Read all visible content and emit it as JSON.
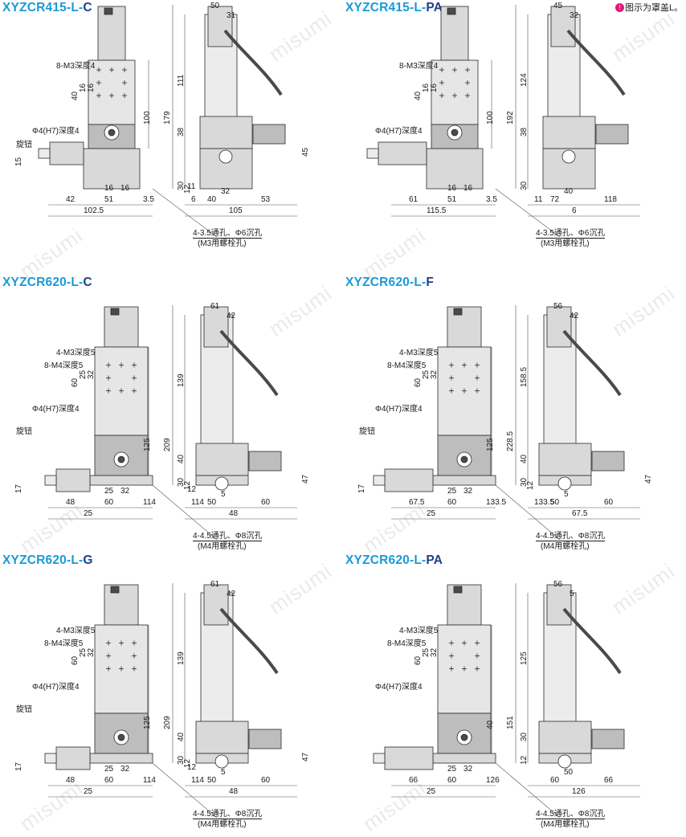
{
  "note": {
    "icon": "!",
    "text": "图示为罩盖L。"
  },
  "watermark": "misumi",
  "panels": [
    {
      "title_base": "XYZCR415-L-",
      "title_suffix": "C",
      "labels": {
        "tap": "8-M3深度4",
        "pin": "Φ4(H7)深度4",
        "knob": "旋钮",
        "thru": "4-3.5通孔、Φ6沉孔",
        "bolt": "(M3用螺栓孔)"
      },
      "dims_h": [
        "42",
        "51",
        "3.5",
        "102.5",
        "16",
        "16",
        "50",
        "31",
        "32",
        "40",
        "53",
        "105",
        "6",
        "11"
      ],
      "dims_v": [
        "40",
        "16",
        "16",
        "179",
        "111",
        "100",
        "38",
        "30",
        "15",
        "45",
        "12"
      ]
    },
    {
      "title_base": "XYZCR415-L-",
      "title_suffix": "PA",
      "labels": {
        "tap": "8-M3深度4",
        "pin": "Φ4(H7)深度4",
        "knob": "",
        "thru": "4-3.5通孔、Φ6沉孔",
        "bolt": "(M3用螺栓孔)"
      },
      "dims_h": [
        "61",
        "51",
        "3.5",
        "115.5",
        "16",
        "16",
        "45",
        "32",
        "40",
        "72",
        "118",
        "6",
        "11"
      ],
      "dims_v": [
        "40",
        "16",
        "16",
        "192",
        "124",
        "100",
        "38",
        "30"
      ]
    },
    {
      "title_base": "XYZCR620-L-",
      "title_suffix": "C",
      "labels": {
        "tap": "4-M3深度5",
        "tap2": "8-M4深度5",
        "pin": "Φ4(H7)深度4",
        "knob": "旋钮",
        "thru": "4-4.5通孔、Φ8沉孔",
        "bolt": "(M4用螺栓孔)"
      },
      "dims_h": [
        "48",
        "60",
        "114",
        "25",
        "25",
        "32",
        "61",
        "42",
        "5",
        "50",
        "60",
        "48",
        "114",
        "12"
      ],
      "dims_v": [
        "60",
        "25",
        "32",
        "209",
        "139",
        "125",
        "40",
        "30",
        "17",
        "47",
        "12"
      ]
    },
    {
      "title_base": "XYZCR620-L-",
      "title_suffix": "F",
      "labels": {
        "tap": "4-M3深度5",
        "tap2": "8-M4深度5",
        "pin": "Φ4(H7)深度4",
        "knob": "旋钮",
        "thru": "4-4.5通孔、Φ8沉孔",
        "bolt": "(M4用螺栓孔)"
      },
      "dims_h": [
        "67.5",
        "60",
        "133.5",
        "25",
        "25",
        "32",
        "56",
        "42",
        "5",
        "50",
        "60",
        "67.5",
        "133.5"
      ],
      "dims_v": [
        "60",
        "25",
        "32",
        "228.5",
        "158.5",
        "125",
        "40",
        "30",
        "17",
        "47",
        "12"
      ]
    },
    {
      "title_base": "XYZCR620-L-",
      "title_suffix": "G",
      "labels": {
        "tap": "4-M3深度5",
        "tap2": "8-M4深度5",
        "pin": "Φ4(H7)深度4",
        "knob": "旋钮",
        "thru": "4-4.5通孔、Φ8沉孔",
        "bolt": "(M4用螺栓孔)"
      },
      "dims_h": [
        "48",
        "60",
        "114",
        "25",
        "25",
        "32",
        "61",
        "42",
        "5",
        "50",
        "60",
        "48",
        "114",
        "12"
      ],
      "dims_v": [
        "60",
        "25",
        "32",
        "209",
        "139",
        "125",
        "40",
        "30",
        "17",
        "47",
        "12"
      ]
    },
    {
      "title_base": "XYZCR620-L-",
      "title_suffix": "PA",
      "labels": {
        "tap": "4-M3深度5",
        "tap2": "8-M4深度5",
        "pin": "Φ4(H7)深度4",
        "knob": "",
        "thru": "4-4.5通孔、Φ8沉孔",
        "bolt": "(M4用螺栓孔)"
      },
      "dims_h": [
        "66",
        "60",
        "126",
        "25",
        "25",
        "32",
        "56",
        "5",
        "50",
        "60",
        "66",
        "126"
      ],
      "dims_v": [
        "60",
        "25",
        "32",
        "151",
        "125",
        "40",
        "30",
        "12"
      ]
    }
  ]
}
